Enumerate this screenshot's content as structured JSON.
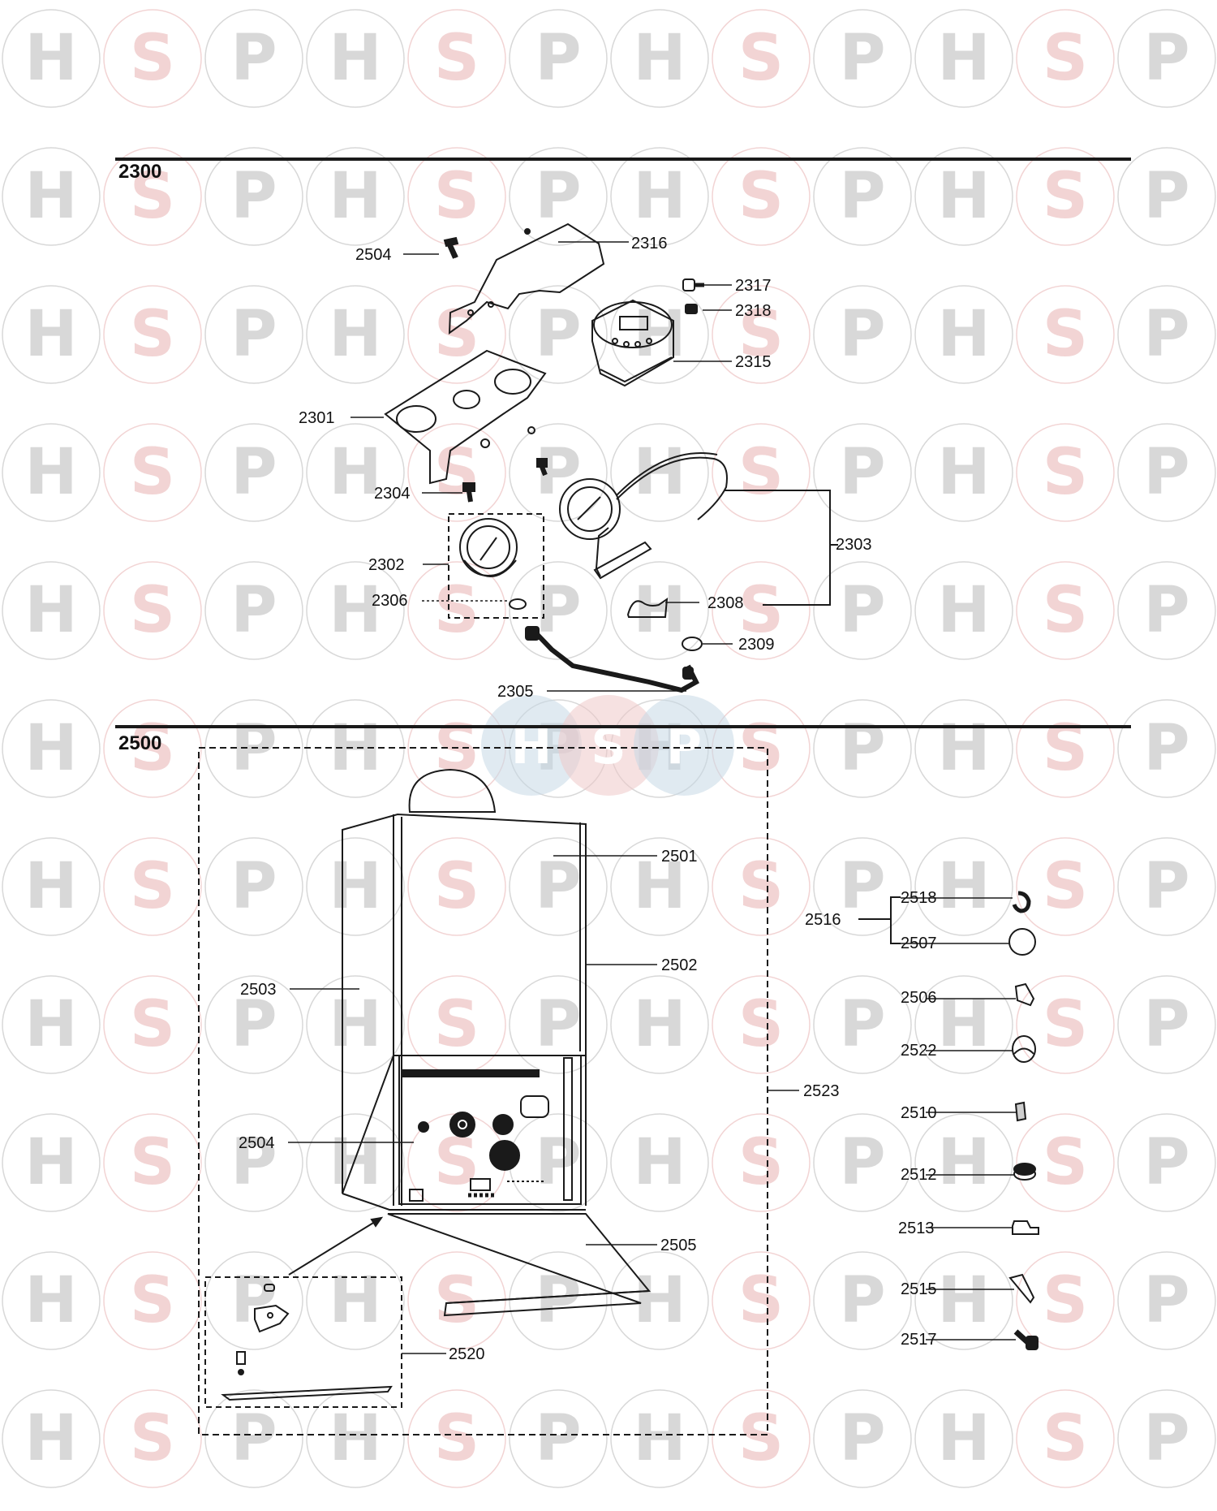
{
  "watermark": {
    "letters": [
      "H",
      "S",
      "P"
    ],
    "colors": {
      "H": "#d8d8d8",
      "S": "#f2d4d4",
      "P": "#d8d8d8"
    },
    "center_logo_colors": [
      "#c6d8e6",
      "#eec8c8",
      "#c6d8e6"
    ]
  },
  "sections": [
    {
      "id": "2300",
      "title": "2300"
    },
    {
      "id": "2500",
      "title": "2500"
    }
  ],
  "labels": {
    "2300": [
      "2504",
      "2316",
      "2317",
      "2318",
      "2315",
      "2301",
      "2304",
      "2303",
      "2302",
      "2306",
      "2308",
      "2309",
      "2305"
    ],
    "2500": [
      "2501",
      "2502",
      "2503",
      "2504",
      "2505",
      "2520",
      "2523",
      "2516",
      "2518",
      "2507",
      "2506",
      "2522",
      "2510",
      "2512",
      "2513",
      "2515",
      "2517"
    ]
  }
}
